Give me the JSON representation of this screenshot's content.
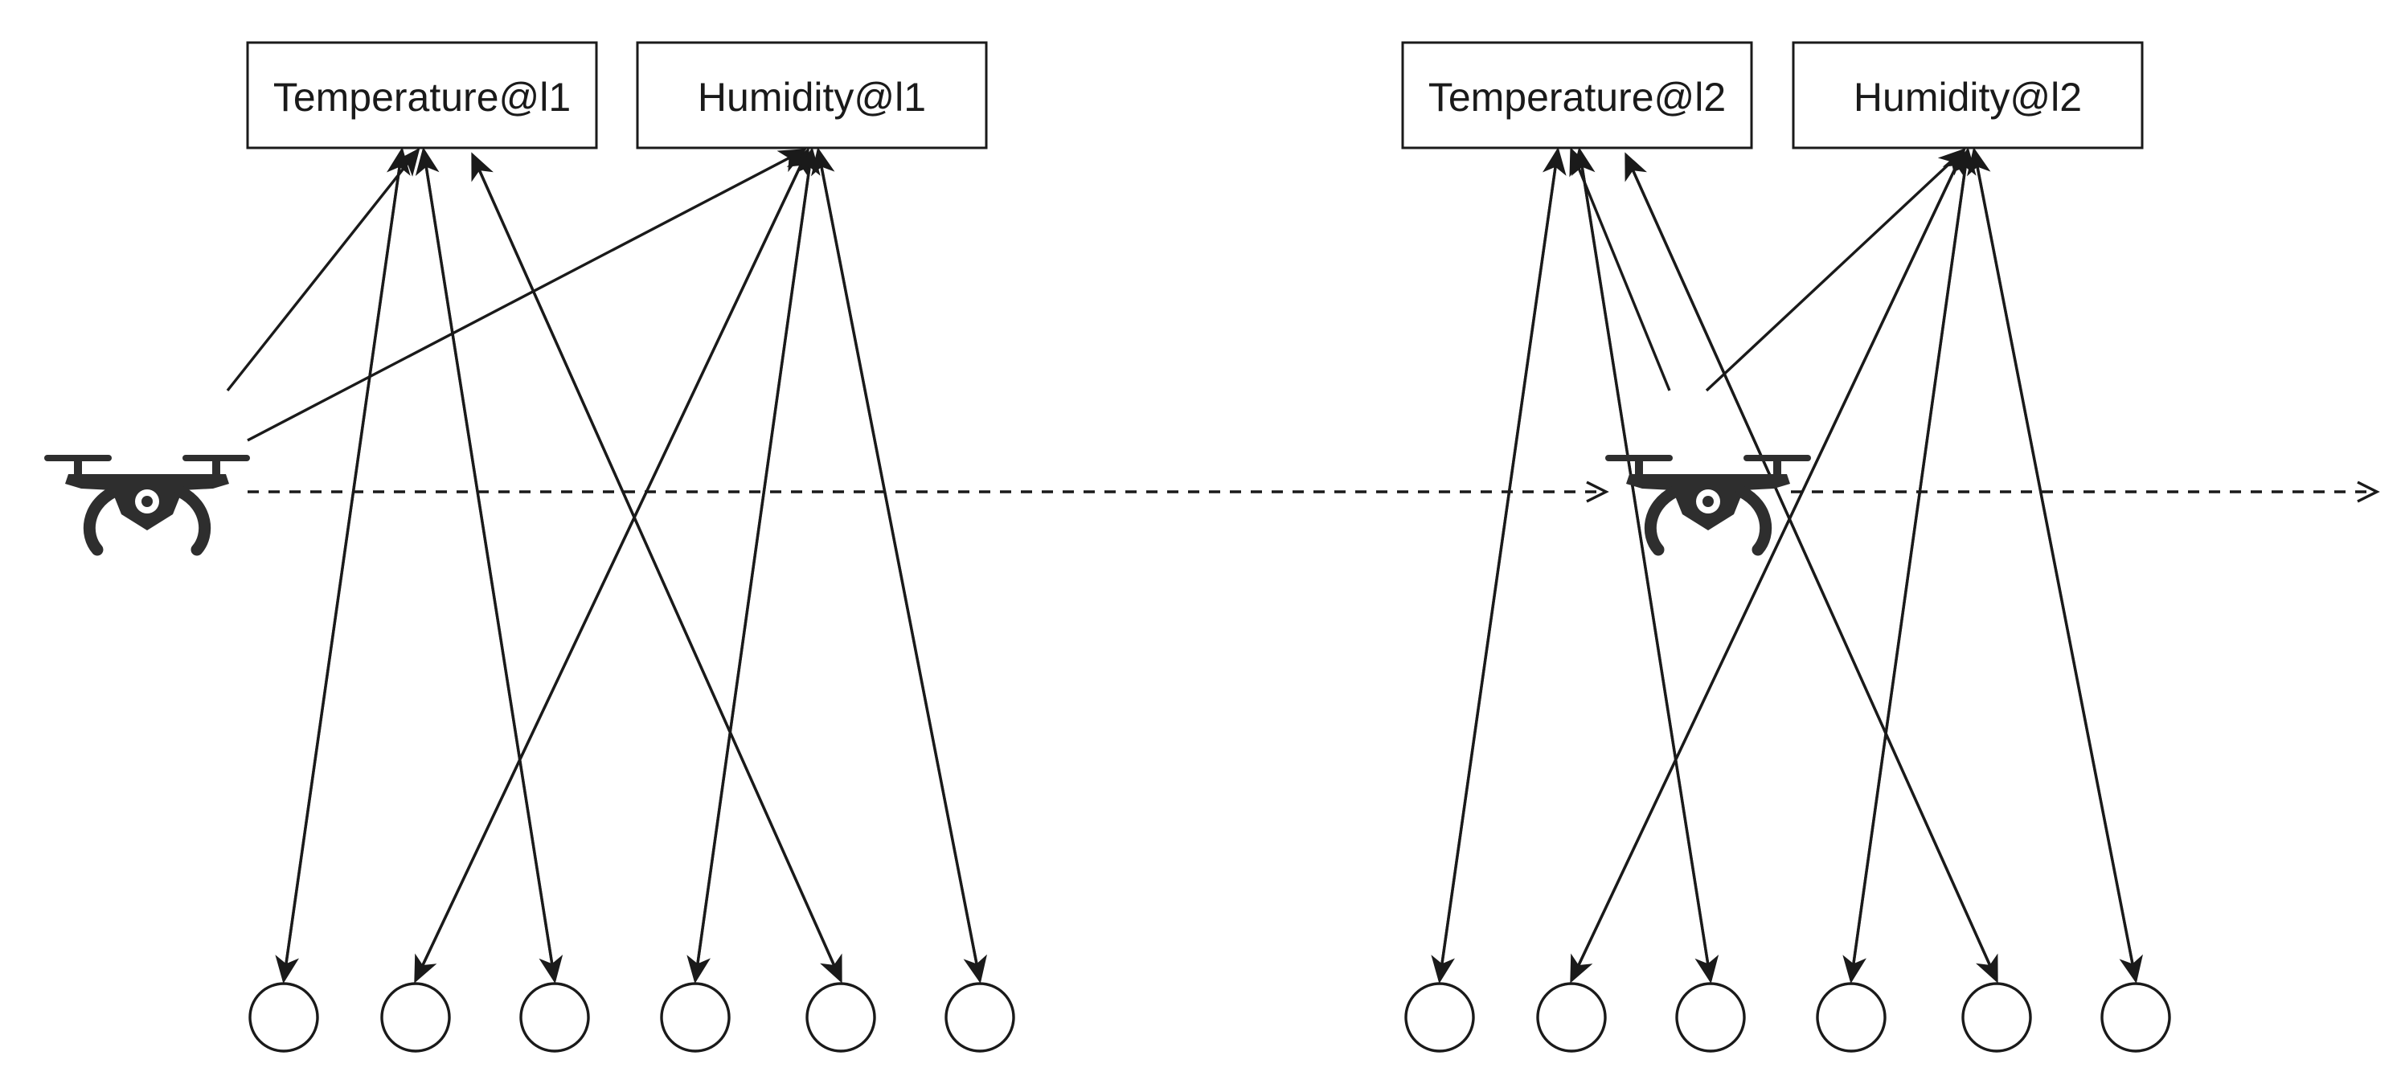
{
  "colors": {
    "ink": "#1a1a1a",
    "drone": "#2e2e2e",
    "background": "#ffffff"
  },
  "topics": [
    {
      "id": "t1",
      "label": "Temperature@l1"
    },
    {
      "id": "h1",
      "label": "Humidity@l1"
    },
    {
      "id": "t2",
      "label": "Temperature@l2"
    },
    {
      "id": "h2",
      "label": "Humidity@l2"
    }
  ],
  "sensor_groups": [
    {
      "id": "g1",
      "sensor_count": 6
    },
    {
      "id": "g2",
      "sensor_count": 6
    }
  ],
  "drones": [
    {
      "id": "d1",
      "icon": "drone-icon"
    },
    {
      "id": "d2",
      "icon": "drone-icon"
    }
  ]
}
